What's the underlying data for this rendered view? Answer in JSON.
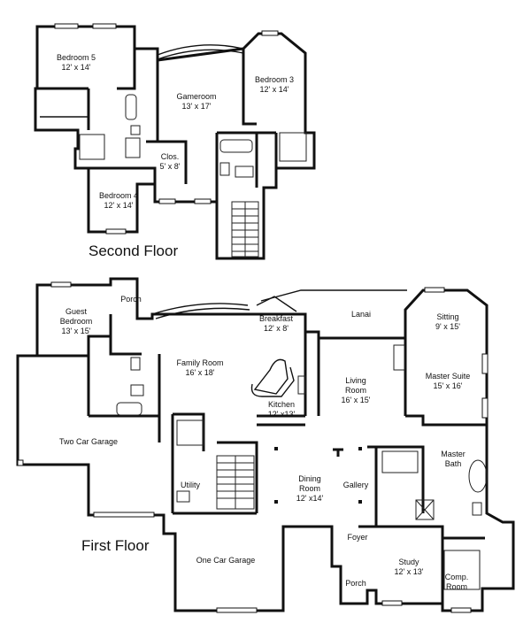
{
  "floors": {
    "second": {
      "label": "Second Floor",
      "rooms": {
        "bedroom5": {
          "name": "Bedroom 5",
          "size": "12' x 14'"
        },
        "gameroom": {
          "name": "Gameroom",
          "size": "13' x 17'"
        },
        "bedroom3": {
          "name": "Bedroom 3",
          "size": "12' x 14'"
        },
        "closet": {
          "name": "Clos.",
          "size": "5' x 8'"
        },
        "bedroom4": {
          "name": "Bedroom 4",
          "size": "12' x 14'"
        }
      }
    },
    "first": {
      "label": "First Floor",
      "rooms": {
        "porch_top": {
          "name": "Porch"
        },
        "guest_bedroom": {
          "name": "Guest",
          "name2": "Bedroom",
          "size": "13' x 15'"
        },
        "breakfast": {
          "name": "Breakfast",
          "size": "12' x 8'"
        },
        "lanai": {
          "name": "Lanai"
        },
        "sitting": {
          "name": "Sitting",
          "size": "9' x 15'"
        },
        "family_room": {
          "name": "Family Room",
          "size": "16' x 18'"
        },
        "living_room": {
          "name": "Living",
          "name2": "Room",
          "size": "16' x 15'"
        },
        "master_suite": {
          "name": "Master Suite",
          "size": "15' x 16'"
        },
        "kitchen": {
          "name": "Kitchen",
          "size": "12' x13'"
        },
        "two_car_garage": {
          "name": "Two Car Garage"
        },
        "master_bath": {
          "name": "Master",
          "name2": "Bath"
        },
        "utility": {
          "name": "Utility"
        },
        "dining_room": {
          "name": "Dining",
          "name2": "Room",
          "size": "12' x14'"
        },
        "gallery": {
          "name": "Gallery"
        },
        "foyer": {
          "name": "Foyer"
        },
        "one_car_garage": {
          "name": "One Car Garage"
        },
        "study": {
          "name": "Study",
          "size": "12' x 13'"
        },
        "comp_room": {
          "name": "Comp.",
          "name2": "Room"
        },
        "porch_front": {
          "name": "Porch"
        }
      }
    }
  }
}
